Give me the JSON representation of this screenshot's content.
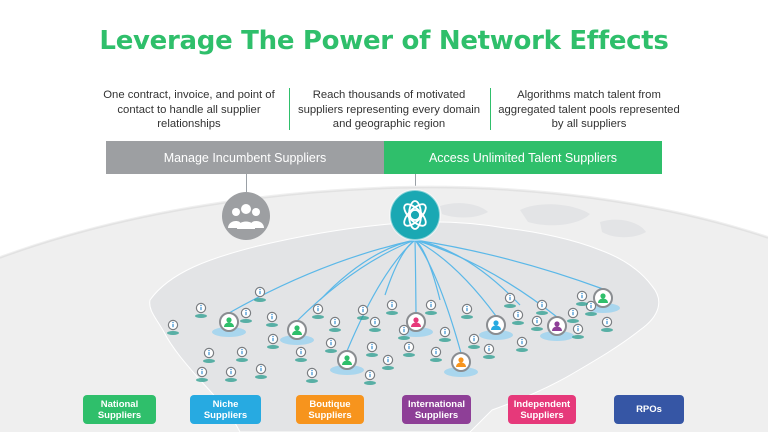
{
  "title": "Leverage The Power of Network Effects",
  "features": [
    "One contract, invoice, and point of contact to handle all supplier relationships",
    "Reach thousands of motivated suppliers representing every domain and geographic region",
    "Algorithms match talent from aggregated talent pools represented by all suppliers"
  ],
  "bars": {
    "left": "Manage Incumbent Suppliers",
    "right": "Access Unlimited Talent Suppliers"
  },
  "icons": {
    "left": "people-group-icon",
    "right": "network-hub-icon",
    "pin": "info-pin-icon"
  },
  "categories": [
    {
      "label": "National Suppliers",
      "color": "#2fbf6b"
    },
    {
      "label": "Niche Suppliers",
      "color": "#27aae1"
    },
    {
      "label": "Boutique Suppliers",
      "color": "#f7941d"
    },
    {
      "label": "International Suppliers",
      "color": "#8e3f97"
    },
    {
      "label": "Independent Suppliers",
      "color": "#e6397a"
    },
    {
      "label": "RPOs",
      "color": "#3656a5"
    }
  ],
  "colors": {
    "accent": "#2fbf6b",
    "hub": "#1aa8b3",
    "lines": "#5bb8e8",
    "gray_bar": "#9d9fa2",
    "map": "#e7e8ea"
  }
}
